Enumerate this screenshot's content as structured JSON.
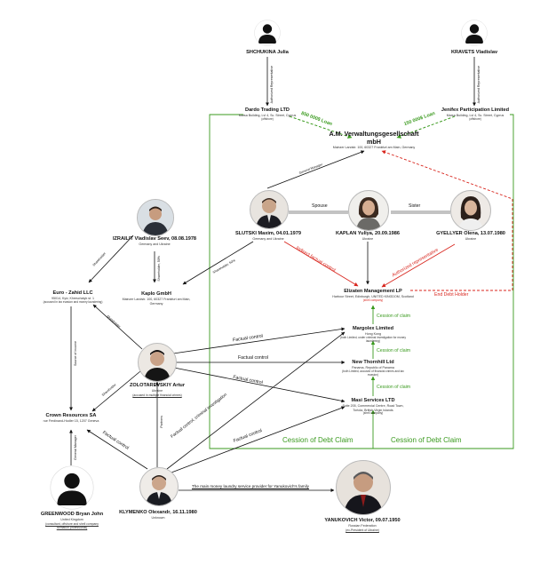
{
  "people": {
    "shchukina": {
      "name": "SHCHUKINA Julia"
    },
    "kravets": {
      "name": "KRAVETS Vladislav"
    },
    "slutski": {
      "name": "SLUTSKI Maxim, 04.01.1979",
      "sub": "Germany and Ukraine"
    },
    "kaplan": {
      "name": "KAPLAN Yuliya, 20.09.1986",
      "sub": "Ukraine"
    },
    "gyellyer": {
      "name": "GYELLYER Olena, 13.07.1980",
      "sub": "Ukraine"
    },
    "izrailit": {
      "name": "IZRAILIT Vladislav Seev, 08.08.1978",
      "sub": "Germany and Ukraine"
    },
    "zolotarevskiy": {
      "name": "ZOLOTAREVSKIY Artur",
      "sub": "Ukraine",
      "sub2": "(accused in multiple financial crimes)"
    },
    "greenwood": {
      "name": "GREENWOOD Bryan John",
      "sub": "United Kingdom",
      "sub2": "(consultant, offshore and shell company formation professional)"
    },
    "klymenko": {
      "name": "KLYMENKO Olexandr, 16.11.1980",
      "sub": "Unknown"
    },
    "yanukovich": {
      "name": "YANUKOVICH Victor, 09.07.1950",
      "sub": "Russian Federation",
      "sub2": "(ex-President of Ukraine)"
    }
  },
  "companies": {
    "dardo": {
      "name": "Dardo Trading LTD",
      "sub": "Marsa Building, Lvl 4, Sc. Street, Cyprus",
      "tag": "(offshore)"
    },
    "jenifex": {
      "name": "Jenifex Participation Limited",
      "sub": "Marsa Building, Lvl 4, Sc. Street, Cyprus",
      "tag": "(offshore)"
    },
    "am": {
      "name": "A.M. Verwaltungsgesellschaft mbH",
      "sub": "Mainzer Landstr. 100, 60327 Frankfurt am Main, Germany"
    },
    "euro_zahid": {
      "name": "Euro - Zahid LLC",
      "sub": "95014, Kyiv, Khreschatyk st. 1",
      "tag": "(accused in tax evasion and money laundering)"
    },
    "kaplo": {
      "name": "Kaplo GmbH",
      "sub": "Mainzer Landstr. 100, 60327 Frankfurt am Main, Germany"
    },
    "elizaten": {
      "name": "Elizaten Management LP",
      "sub": "Harbour Street, Edinburgh, UNITED KINGDOM, Scotland",
      "tag": "(shell company)"
    },
    "margolex": {
      "name": "Margolex Limited",
      "sub": "Hong Kong",
      "tag": "(both Limited, under criminal investigation for money laundering)"
    },
    "thornhill": {
      "name": "New Thornhill Ltd",
      "sub": "Panama, Republic of Panama",
      "tag": "(both Limited, accused of financial crimes and tax evasion)"
    },
    "masi": {
      "name": "Masi Services LTD",
      "sub": "Suite 205, Commercial Centre, Road Town, Tortola, British Virgin Islands",
      "tag": "(shell company)"
    },
    "crown": {
      "name": "Crown Resources SA",
      "sub": "rue Ferdinand-Hodler 15, 1207 Geneva"
    }
  },
  "edges": {
    "auth_rep_1": "Authorized Representative",
    "auth_rep_2": "Authorized Representative",
    "loan_1": "850 000$ Loan",
    "loan_2": "150 000$ Loan",
    "general_manager_1": "General Manager",
    "spouse": "Spouse",
    "sister": "Sister",
    "indirect_factual_control": "Indirect factual control",
    "authorized_representative_red": "Authorized representative",
    "end_debt_holder": "End Debt Holder",
    "shareholder_50": "Shareholder, 50%",
    "shareholder_50b": "Shareholder, 50%",
    "shareholder_1": "Shareholder",
    "shareholder_2": "Shareholder",
    "shareholder_3": "Shareholder",
    "source_of_income": "Source of income",
    "general_manager_2": "General Manager",
    "factual_control_1": "Factual control",
    "factual_control_2": "Factual control",
    "factual_control_3": "Factual control",
    "factual_control_4": "Factual control",
    "factual_control_5": "Factual control",
    "factual_control_criminal": "Factual control, criminal investigation",
    "partners": "Partners",
    "cession_1": "Cession of claim",
    "cession_2": "Cession of claim",
    "cession_3": "Cession of claim",
    "cession_debt_left": "Cession of Debt Claim",
    "cession_debt_right": "Cession of Debt Claim",
    "laundry": "The main money laundry service provider for Yanukovich's family"
  },
  "colors": {
    "green": "#3a9a1e",
    "red": "#d8261e",
    "line": "#111111"
  }
}
